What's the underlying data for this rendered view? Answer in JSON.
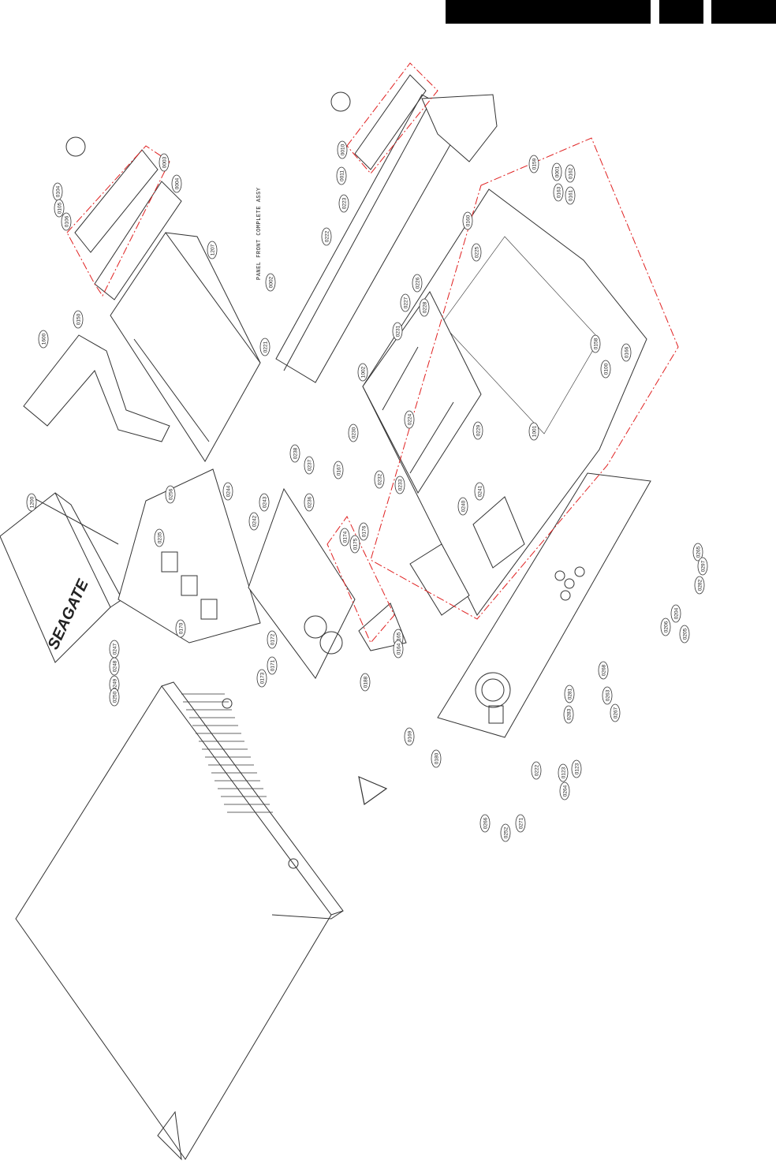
{
  "header": {
    "boxes": [
      "",
      "",
      ""
    ]
  },
  "drawing": {
    "assembly_title": "PANEL FRONT COMPLETE ASSY",
    "brand_label": "SEAGATE",
    "warning_label": "",
    "colors": {
      "line": "#333333",
      "dashed_group": "#e02020",
      "header": "#000000"
    },
    "callouts": [
      {
        "id": "c0010",
        "text": "0010"
      },
      {
        "id": "c0011",
        "text": "0011"
      },
      {
        "id": "c0223",
        "text": "0223"
      },
      {
        "id": "c0222",
        "text": "0222"
      },
      {
        "id": "c0002",
        "text": "0002"
      },
      {
        "id": "c0221",
        "text": "0221"
      },
      {
        "id": "c0159",
        "text": "0159"
      },
      {
        "id": "c0001",
        "text": "0001"
      },
      {
        "id": "c0162",
        "text": "0162"
      },
      {
        "id": "c0163",
        "text": "0163"
      },
      {
        "id": "c0161",
        "text": "0161"
      },
      {
        "id": "c0160",
        "text": "0160"
      },
      {
        "id": "c0225",
        "text": "0225"
      },
      {
        "id": "c0226",
        "text": "0226"
      },
      {
        "id": "c0228",
        "text": "0228"
      },
      {
        "id": "c0227",
        "text": "0227"
      },
      {
        "id": "c0231",
        "text": "0231"
      },
      {
        "id": "c0158",
        "text": "0158"
      },
      {
        "id": "c0100",
        "text": "0100"
      },
      {
        "id": "c0166",
        "text": "0166"
      },
      {
        "id": "c1002",
        "text": "1002"
      },
      {
        "id": "c0224",
        "text": "0224"
      },
      {
        "id": "c0229",
        "text": "0229"
      },
      {
        "id": "c0230",
        "text": "0230"
      },
      {
        "id": "c0232",
        "text": "0232"
      },
      {
        "id": "c0233",
        "text": "0233"
      },
      {
        "id": "c0241",
        "text": "0241"
      },
      {
        "id": "c0240",
        "text": "0240"
      },
      {
        "id": "c1001",
        "text": "1001"
      },
      {
        "id": "c0167",
        "text": "0167"
      },
      {
        "id": "c0238",
        "text": "0238"
      },
      {
        "id": "c0237",
        "text": "0237"
      },
      {
        "id": "c0236",
        "text": "0236"
      },
      {
        "id": "c0174",
        "text": "0174"
      },
      {
        "id": "c0175",
        "text": "0175"
      },
      {
        "id": "c0176",
        "text": "0176"
      },
      {
        "id": "c0165",
        "text": "0165"
      },
      {
        "id": "c0164",
        "text": "0164"
      },
      {
        "id": "c0188",
        "text": "0188"
      },
      {
        "id": "c0172",
        "text": "0172"
      },
      {
        "id": "c0171",
        "text": "0171"
      },
      {
        "id": "c0173",
        "text": "0173"
      },
      {
        "id": "c0170",
        "text": "0170"
      },
      {
        "id": "c0235",
        "text": "0235"
      },
      {
        "id": "c0242",
        "text": "0242"
      },
      {
        "id": "c0243",
        "text": "0243"
      },
      {
        "id": "c0244",
        "text": "0244"
      },
      {
        "id": "c0256",
        "text": "0256"
      },
      {
        "id": "c0247",
        "text": "0247"
      },
      {
        "id": "c0248",
        "text": "0248"
      },
      {
        "id": "c0249",
        "text": "0249"
      },
      {
        "id": "c0250",
        "text": "0250"
      },
      {
        "id": "c1200",
        "text": "1200"
      },
      {
        "id": "c1600",
        "text": "1600"
      },
      {
        "id": "c0150",
        "text": "0150"
      },
      {
        "id": "c1207",
        "text": "1207"
      },
      {
        "id": "c0004",
        "text": "0004"
      },
      {
        "id": "c0003",
        "text": "0003"
      },
      {
        "id": "c0169",
        "text": "0169"
      },
      {
        "id": "c0180",
        "text": "0180"
      },
      {
        "id": "c0265",
        "text": "0265"
      },
      {
        "id": "c0297",
        "text": "0297"
      },
      {
        "id": "c0282",
        "text": "0282"
      },
      {
        "id": "c0204",
        "text": "0204"
      },
      {
        "id": "c0205",
        "text": "0205"
      },
      {
        "id": "c0206",
        "text": "0206"
      },
      {
        "id": "c0268",
        "text": "0268"
      },
      {
        "id": "c0263",
        "text": "0263"
      },
      {
        "id": "c0267",
        "text": "0267"
      },
      {
        "id": "c0281",
        "text": "0281"
      },
      {
        "id": "c0283",
        "text": "0283"
      },
      {
        "id": "c0266",
        "text": "0266"
      },
      {
        "id": "c0252",
        "text": "0252"
      },
      {
        "id": "c0271",
        "text": "0271"
      },
      {
        "id": "c0123",
        "text": "0123"
      },
      {
        "id": "c0264",
        "text": "0264"
      },
      {
        "id": "c0222b",
        "text": "0222"
      },
      {
        "id": "c0123b",
        "text": "0123"
      },
      {
        "id": "c0104",
        "text": "0104"
      },
      {
        "id": "c0105",
        "text": "0105"
      },
      {
        "id": "c0106",
        "text": "0106"
      }
    ]
  }
}
